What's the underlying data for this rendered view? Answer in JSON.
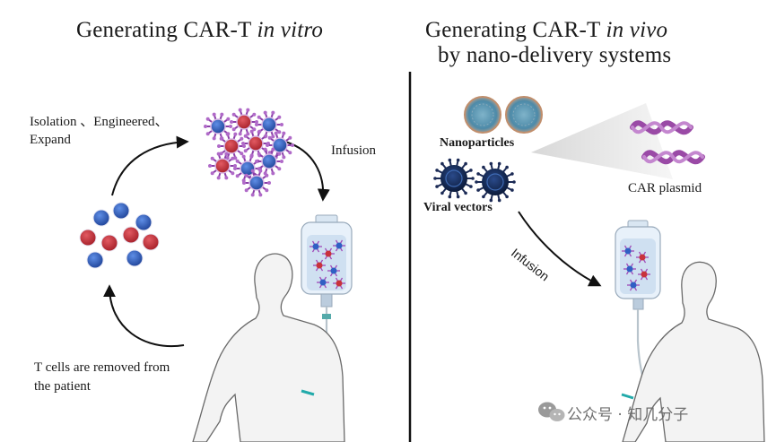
{
  "left_panel": {
    "title_prefix": "Generating CAR-T ",
    "title_emph": "in vitro",
    "step_isolation_line1": "Isolation 、Engineered、",
    "step_isolation_line2": "Expand",
    "step_infusion": "Infusion",
    "step_removal_line1": "T cells are removed from",
    "step_removal_line2": "the patient"
  },
  "right_panel": {
    "title_prefix": "Generating CAR-T ",
    "title_emph": "in vivo",
    "title_line2": "by nano-delivery systems",
    "nanoparticles": "Nanoparticles",
    "viral_vectors": "Viral vectors",
    "car_plasmid": "CAR plasmid",
    "infusion": "Infusion"
  },
  "watermark": {
    "text": "公众号 · 知几分子",
    "icon": "wechat-icon"
  },
  "colors": {
    "cell_blue": "#2f5fc4",
    "cell_red": "#c8323c",
    "virus_purple": "#8a3fa8",
    "plasmid_purple": "#9a4aa6",
    "body_outline": "#6a6a6a"
  }
}
